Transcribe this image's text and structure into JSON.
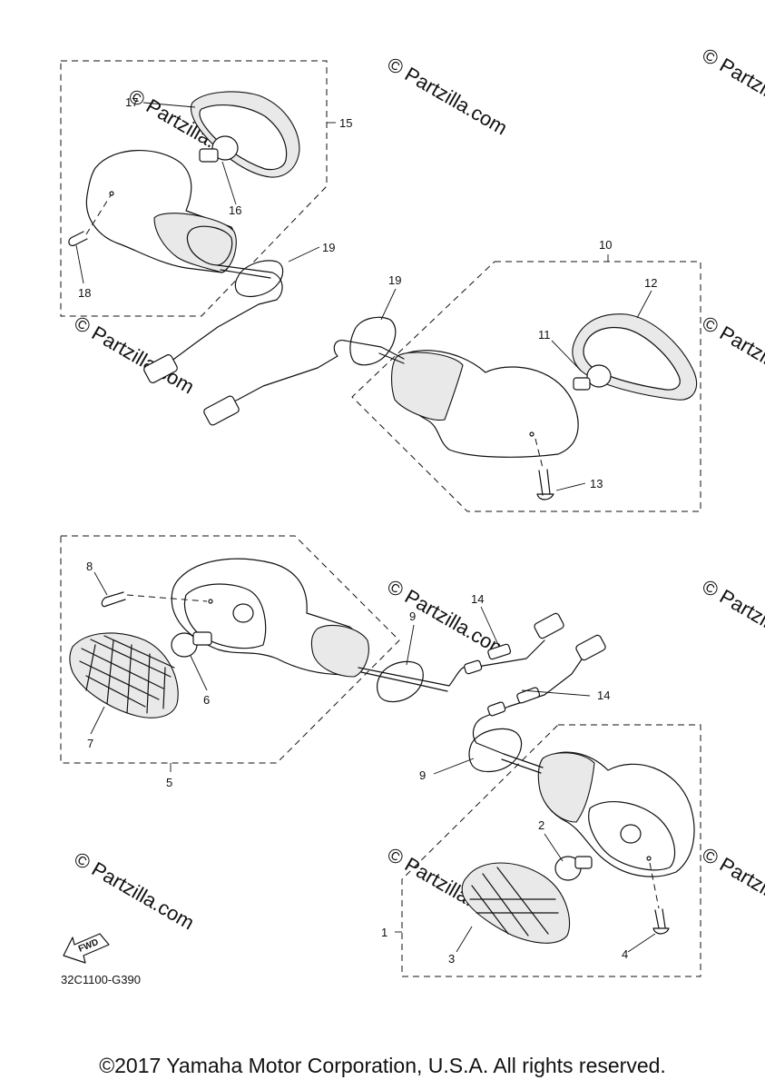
{
  "diagram_code": "32C1100-G390",
  "fwd_label": "FWD",
  "watermark": "© Partzilla.com",
  "copyright": "©2017 Yamaha Motor Corporation, U.S.A. All rights reserved.",
  "callouts": {
    "p1": "1",
    "p2": "2",
    "p3": "3",
    "p4": "4",
    "p5": "5",
    "p6": "6",
    "p7": "7",
    "p8": "8",
    "p9a": "9",
    "p9b": "9",
    "p10": "10",
    "p11": "11",
    "p12": "12",
    "p13": "13",
    "p14a": "14",
    "p14b": "14",
    "p15": "15",
    "p16": "16",
    "p17": "17",
    "p18": "18",
    "p19a": "19",
    "p19b": "19"
  }
}
